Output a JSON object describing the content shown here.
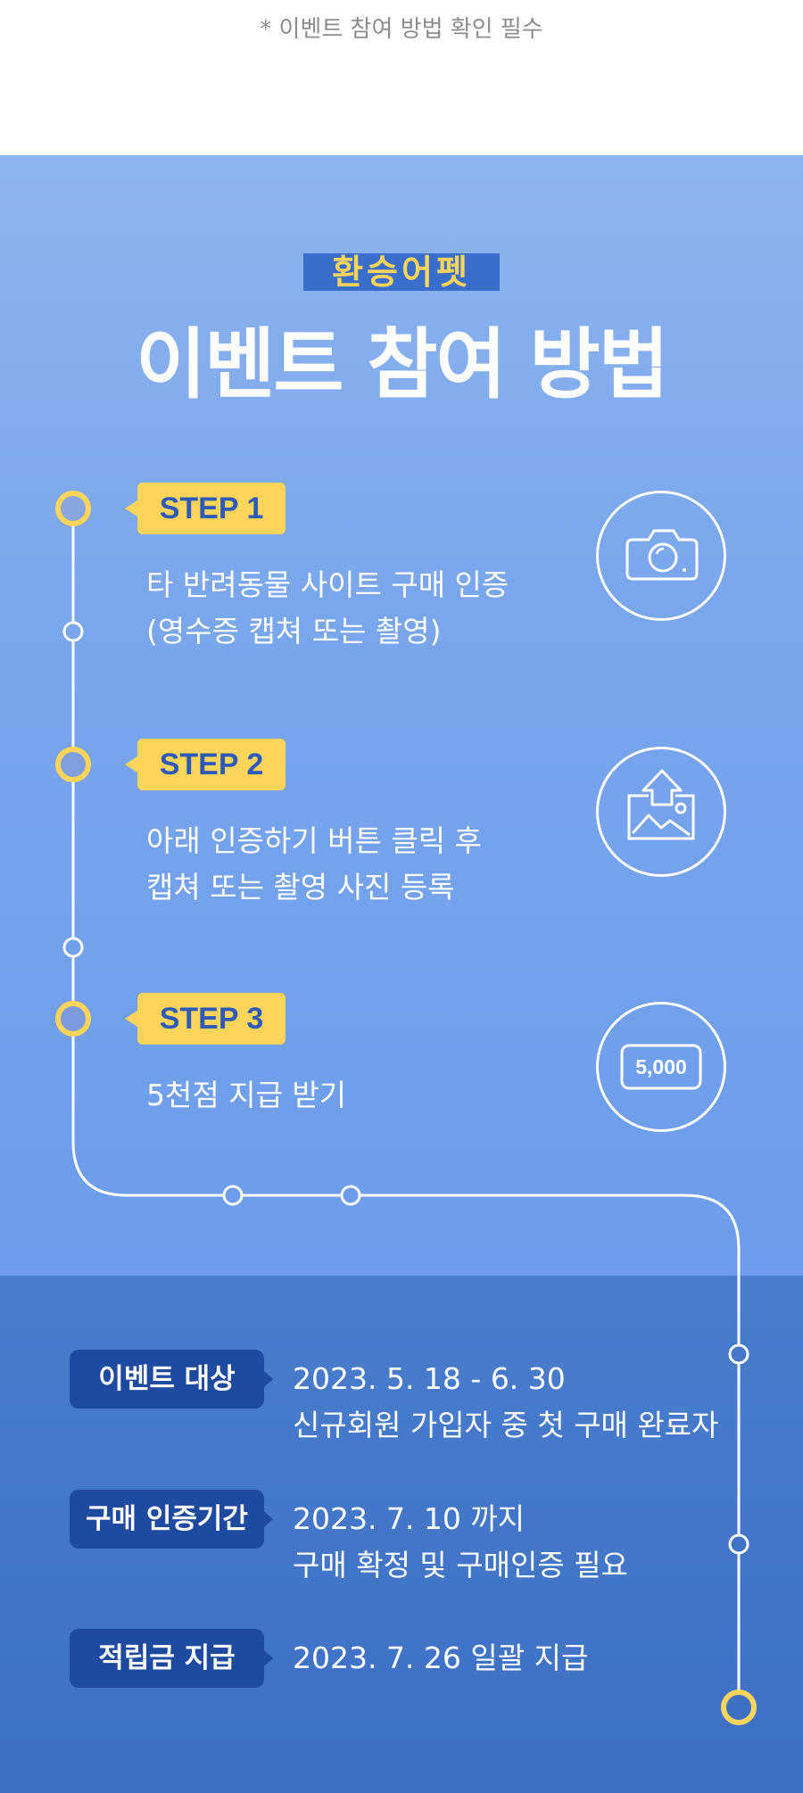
{
  "top_note": "* 이벤트 참여 방법 확인 필수",
  "brand_tag": "환승어펫",
  "main_title": "이벤트 참여 방법",
  "steps": [
    {
      "label": "STEP 1",
      "lines": [
        "타 반려동물 사이트 구매 인증",
        "(영수증 캡쳐 또는 촬영)"
      ],
      "icon": "camera-icon"
    },
    {
      "label": "STEP 2",
      "lines": [
        "아래 인증하기 버튼 클릭 후",
        "캡쳐 또는 촬영 사진 등록"
      ],
      "icon": "image-upload-icon"
    },
    {
      "label": "STEP 3",
      "lines": [
        "5천점 지급 받기"
      ],
      "icon": "point-card-icon",
      "icon_text": "5,000"
    }
  ],
  "info": [
    {
      "label": "이벤트 대상",
      "lines": [
        "2023. 5. 18 - 6. 30",
        "신규회원 가입자 중 첫 구매 완료자"
      ]
    },
    {
      "label": "구매 인증기간",
      "lines": [
        "2023. 7. 10 까지",
        "구매 확정 및 구매인증 필요"
      ]
    },
    {
      "label": "적립금 지급",
      "lines": [
        "2023. 7. 26  일괄 지급"
      ]
    }
  ],
  "colors": {
    "accent_yellow": "#ffd45a",
    "badge_blue": "#1e4aa0",
    "line_white": "#ffffff"
  }
}
